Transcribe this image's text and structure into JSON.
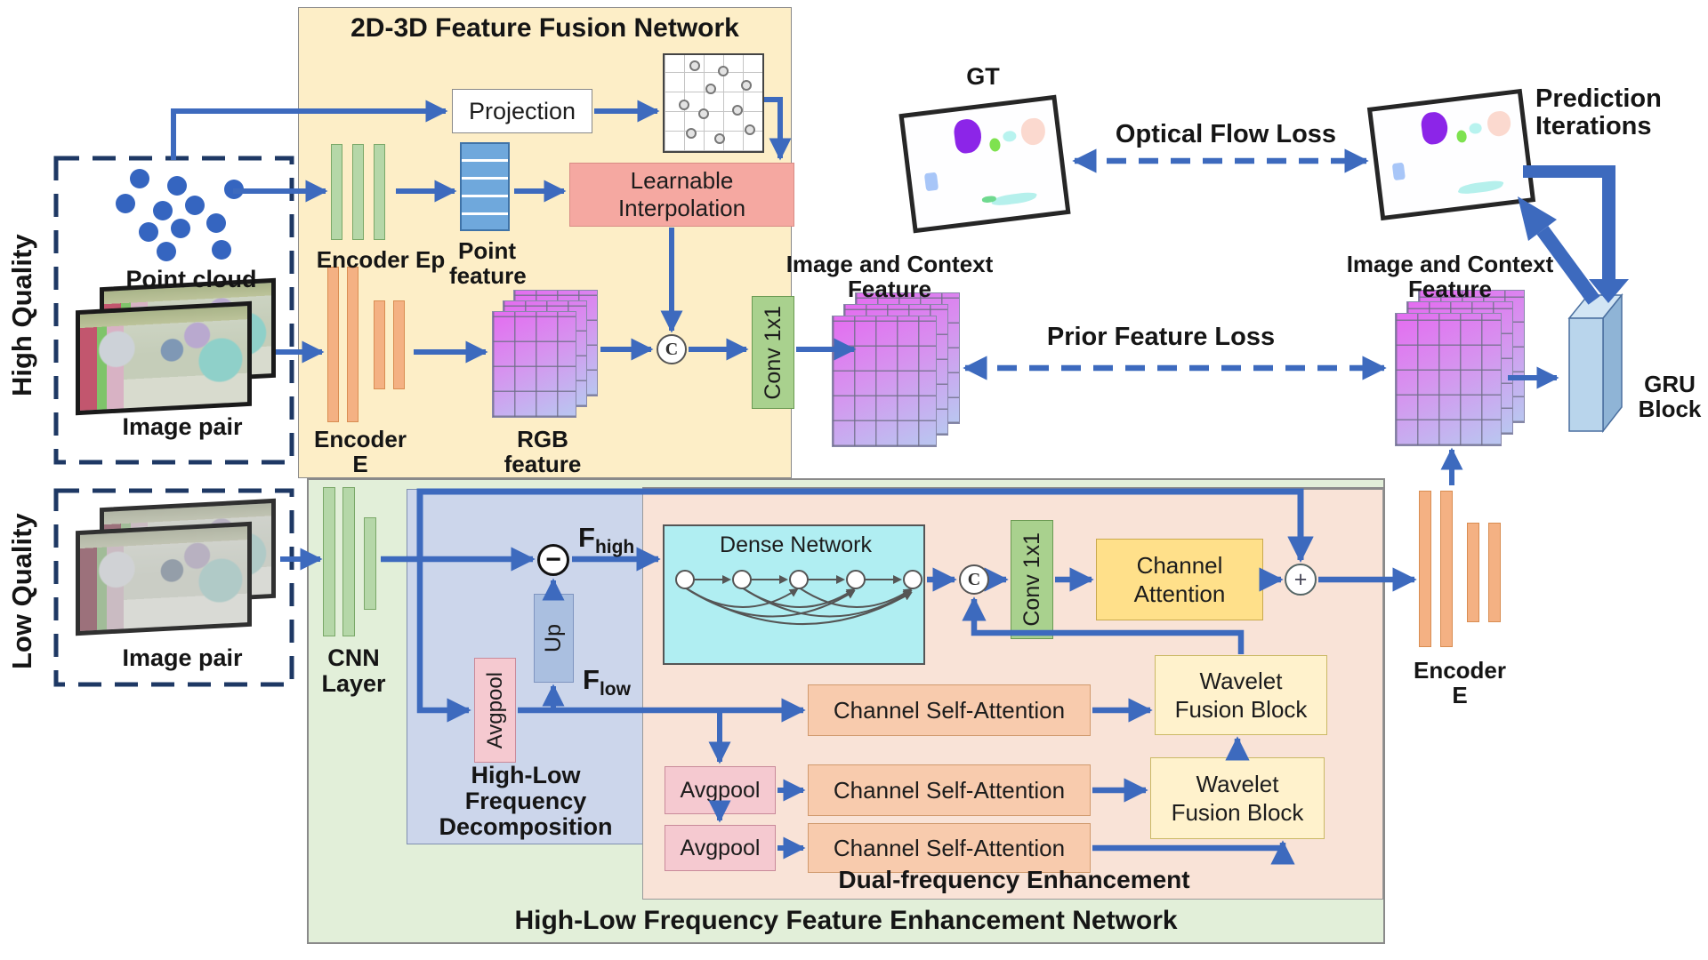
{
  "colors": {
    "arrow": "#3d6abe",
    "dash_navy": "#1e3864",
    "fusion_bg": "#fdeec7",
    "enhance_bg": "#e2efd9",
    "decomp_bg": "#ccd6eb",
    "dual_bg": "#f9e3d7",
    "salmon": "#f5a8a1",
    "conv_green": "#a9d18e",
    "attn_yellow": "#ffe08a",
    "wavelet_yellow": "#fff2cc",
    "csa_orange": "#f8cbad",
    "avgpool_pink": "#f5c9d0",
    "dense_cyan": "#b0eef2",
    "point_blue": "#6fa8dc",
    "bar_orange": "#f4b183",
    "bar_green": "#b5d7a8",
    "gru_front": "#b9d5ec",
    "gru_side": "#8fb4d6",
    "gru_top": "#d2e5f4"
  },
  "fusion": {
    "title": "2D-3D Feature Fusion Network",
    "projection": "Projection",
    "interpolation": [
      "Learnable",
      "Interpolation"
    ],
    "encoder_ep": "Encoder Ep",
    "point_feature": [
      "Point",
      "feature"
    ],
    "encoder_e": [
      "Encoder",
      "E"
    ],
    "rgb_feature": [
      "RGB",
      "feature"
    ],
    "conv": "Conv 1x1",
    "concat": "C"
  },
  "inputs": {
    "high_quality": "High Quality",
    "low_quality": "Low Quality",
    "point_cloud": "Point cloud",
    "image_pair_hq": "Image pair",
    "image_pair_lq": "Image pair"
  },
  "top": {
    "gt": "GT",
    "optical_flow_loss": "Optical Flow Loss",
    "prior_feature_loss": "Prior Feature Loss",
    "prediction": [
      "Prediction",
      "Iterations"
    ],
    "image_context_left": [
      "Image and Context",
      "Feature"
    ],
    "image_context_right": [
      "Image and Context",
      "Feature"
    ],
    "gru": [
      "GRU",
      "Block"
    ]
  },
  "enh": {
    "title": "High-Low Frequency Feature Enhancement Network",
    "cnn": [
      "CNN",
      "Layer"
    ],
    "decomposition": [
      "High-Low Frequency",
      "Decomposition"
    ],
    "f_high": {
      "base": "F",
      "sub": "high"
    },
    "f_low": {
      "base": "F",
      "sub": "low"
    },
    "up": "Up",
    "avgpool_rot": "Avgpool",
    "avgpool_mid": "Avgpool",
    "avgpool_bottom": "Avgpool",
    "dense": "Dense Network",
    "conv": "Conv 1x1",
    "concat": "C",
    "subtract": "−",
    "add": "+",
    "channel_attention": [
      "Channel",
      "Attention"
    ],
    "csa": [
      "Channel Self-Attention",
      "Channel Self-Attention",
      "Channel Self-Attention"
    ],
    "wavelet_top": [
      "Wavelet",
      "Fusion Block"
    ],
    "wavelet_bottom": [
      "Wavelet",
      "Fusion Block"
    ],
    "dual_title": "Dual-frequency Enhancement",
    "encoder_e": [
      "Encoder",
      "E"
    ]
  }
}
